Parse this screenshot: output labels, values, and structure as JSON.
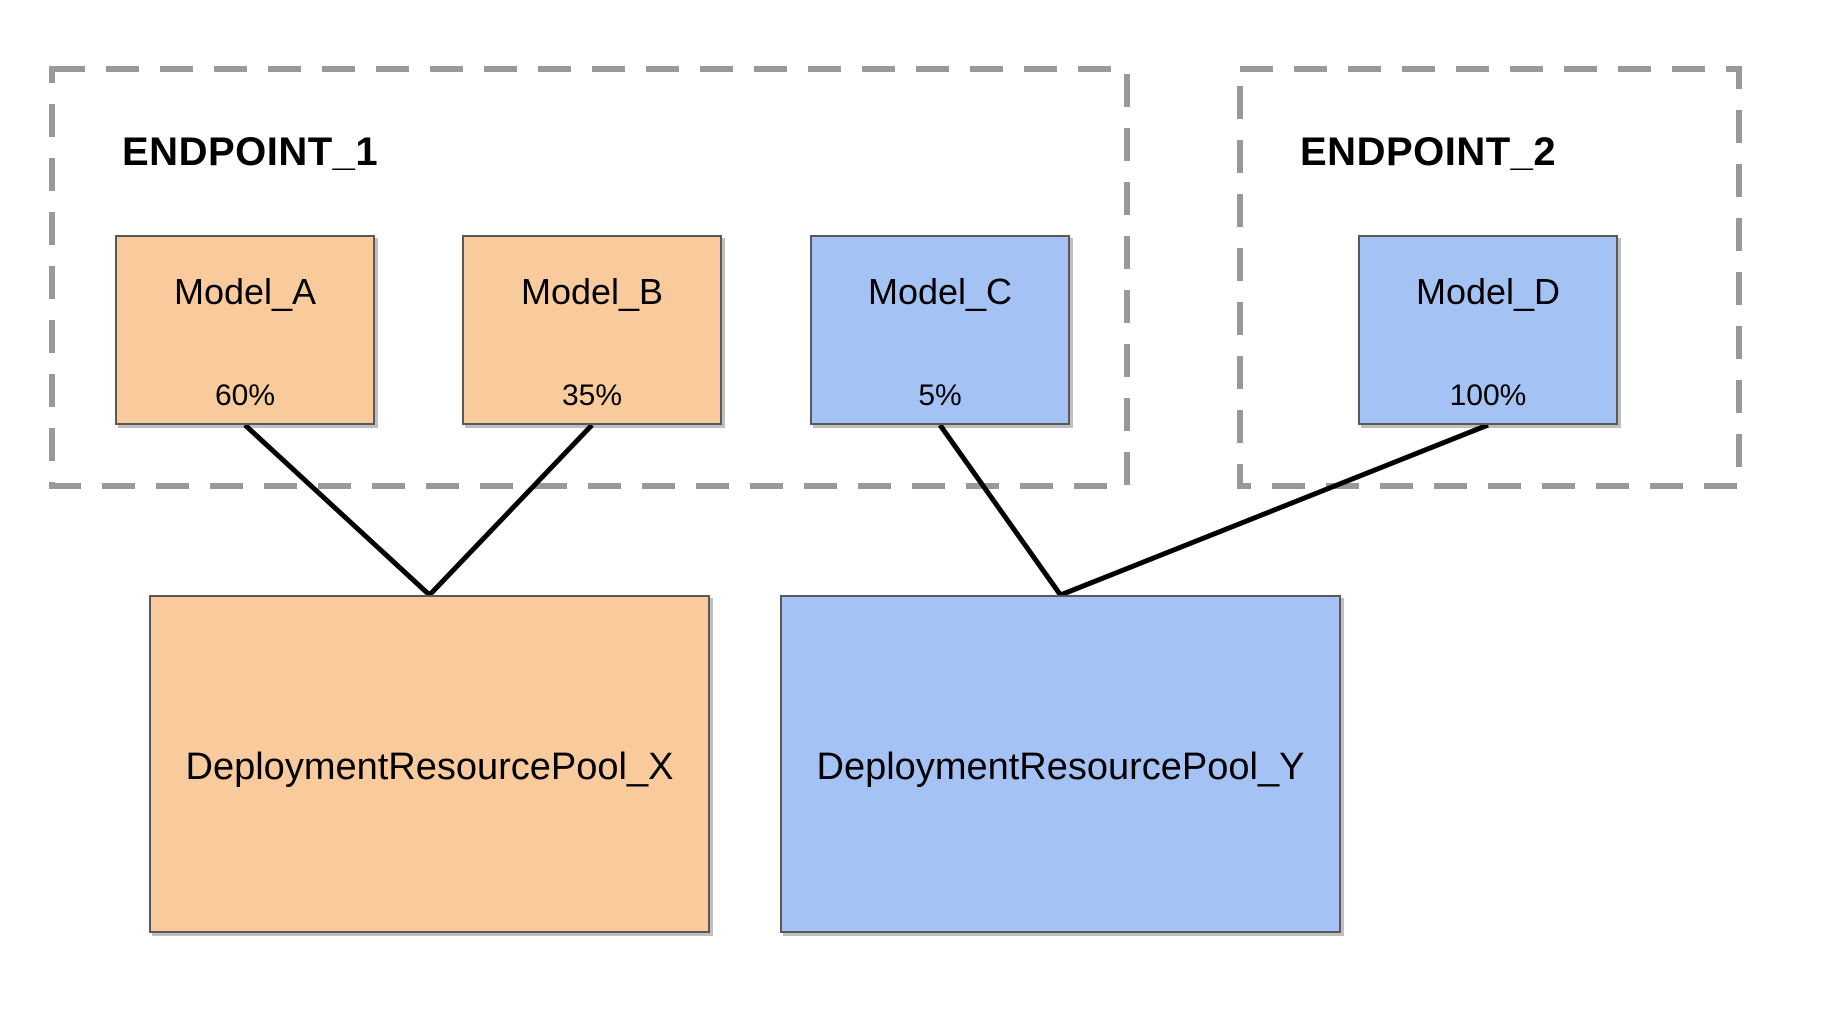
{
  "diagram": {
    "endpoints": [
      {
        "id": "endpoint_1",
        "label": "ENDPOINT_1"
      },
      {
        "id": "endpoint_2",
        "label": "ENDPOINT_2"
      }
    ],
    "models": [
      {
        "id": "model_a",
        "label": "Model_A",
        "traffic_split": "60%",
        "fill": "orange",
        "endpoint": "endpoint_1",
        "pool": "pool_x"
      },
      {
        "id": "model_b",
        "label": "Model_B",
        "traffic_split": "35%",
        "fill": "orange",
        "endpoint": "endpoint_1",
        "pool": "pool_x"
      },
      {
        "id": "model_c",
        "label": "Model_C",
        "traffic_split": "5%",
        "fill": "blue",
        "endpoint": "endpoint_1",
        "pool": "pool_y"
      },
      {
        "id": "model_d",
        "label": "Model_D",
        "traffic_split": "100%",
        "fill": "blue",
        "endpoint": "endpoint_2",
        "pool": "pool_y"
      }
    ],
    "pools": [
      {
        "id": "pool_x",
        "label": "DeploymentResourcePool_X",
        "fill": "orange"
      },
      {
        "id": "pool_y",
        "label": "DeploymentResourcePool_Y",
        "fill": "blue"
      }
    ],
    "colors": {
      "orange": "#F9CB9C",
      "blue": "#A4C2F4",
      "box_border": "#595959",
      "dashed_border": "#999999",
      "connector": "#000000",
      "text": "#000000",
      "background": "#FFFFFF"
    }
  }
}
